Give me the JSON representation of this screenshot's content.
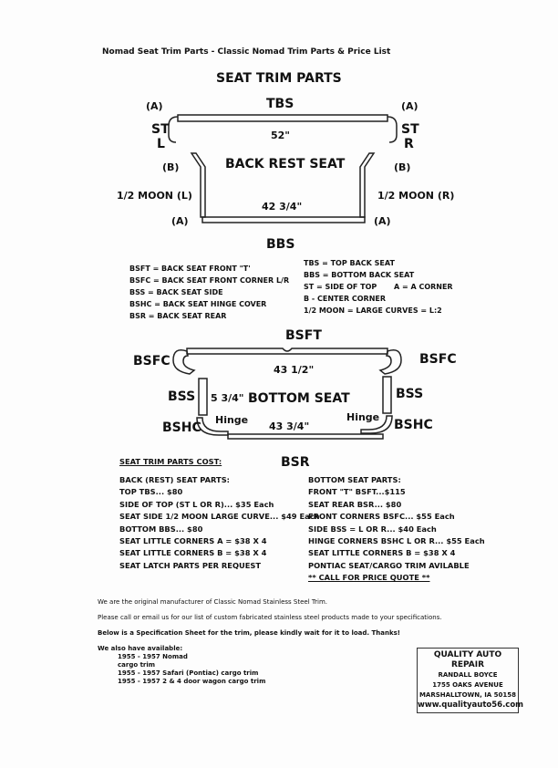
{
  "header": {
    "title": "Nomad Seat Trim Parts - Classic Nomad Trim Parts & Price List",
    "section_title": "SEAT TRIM PARTS"
  },
  "back_diagram": {
    "tbs": "TBS",
    "a": "(A)",
    "st": "ST",
    "l": "L",
    "r": "R",
    "b": "(B)",
    "top_dim": "52\"",
    "name": "BACK REST SEAT",
    "moon_l": "1/2 MOON (L)",
    "moon_r": "1/2 MOON (R)",
    "bottom_dim": "42 3/4\"",
    "bbs": "BBS"
  },
  "legend_left": [
    "BSFT = BACK SEAT FRONT \"T'",
    "BSFC = BACK SEAT FRONT CORNER L/R",
    "BSS = BACK SEAT SIDE",
    "BSHC = BACK SEAT HINGE COVER",
    "BSR = BACK SEAT REAR"
  ],
  "legend_right": [
    "TBS = TOP BACK SEAT",
    "BBS = BOTTOM BACK SEAT",
    "ST = SIDE OF TOP",
    "B - CENTER CORNER",
    "1/2 MOON = LARGE CURVES = L:2"
  ],
  "legend_extra": "A = A CORNER",
  "bottom_diagram": {
    "bsft": "BSFT",
    "bsfc": "BSFC",
    "top_dim": "43 1/2\"",
    "bss": "BSS",
    "side_dim": "5 3/4\"",
    "name": "BOTTOM SEAT",
    "hinge": "Hinge",
    "bshc": "BSHC",
    "bottom_dim": "43 3/4\"",
    "bsr": "BSR"
  },
  "cost": {
    "heading": "SEAT TRIM PARTS COST:",
    "left": [
      "BACK (REST) SEAT PARTS:",
      "TOP TBS... $80",
      "SIDE OF TOP (ST L OR R)... $35 Each",
      "SEAT SIDE 1/2 MOON LARGE CURVE... $49 Each",
      "BOTTOM BBS... $80",
      "SEAT LITTLE CORNERS A = $38 X 4",
      "SEAT LITTLE CORNERS B = $38 X 4",
      "SEAT LATCH PARTS PER REQUEST"
    ],
    "right": [
      "BOTTOM SEAT PARTS:",
      "FRONT \"T\" BSFT...$115",
      "SEAT REAR BSR... $80",
      "FRONT CORNERS BSFC... $55 Each",
      "SIDE BSS = L OR R... $40 Each",
      "HINGE CORNERS BSHC L OR R... $55 Each",
      "SEAT LITTLE CORNERS B = $38 X 4",
      "PONTIAC SEAT/CARGO TRIM AVILABLE",
      "** CALL FOR PRICE QUOTE **"
    ]
  },
  "info": {
    "line1": "We are the original manufacturer of Classic Nomad Stainless Steel Trim.",
    "line2": "Please call or email us for our list of custom fabricated stainless steel products made to your specifications.",
    "line3": "Below is a Specification Sheet for the trim, please kindly wait for it to load. Thanks!",
    "also_heading": "We also have available:",
    "also": [
      "1955 - 1957 Nomad",
      "cargo trim",
      "1955 - 1957 Safari (Pontiac) cargo trim",
      "1955 - 1957 2 & 4 door wagon cargo trim"
    ]
  },
  "card": {
    "name": "QUALITY AUTO REPAIR",
    "person": "RANDALL BOYCE",
    "address": "1755 OAKS AVENUE",
    "city": "MARSHALLTOWN, IA 50158",
    "url": "www.qualityauto56.com"
  }
}
